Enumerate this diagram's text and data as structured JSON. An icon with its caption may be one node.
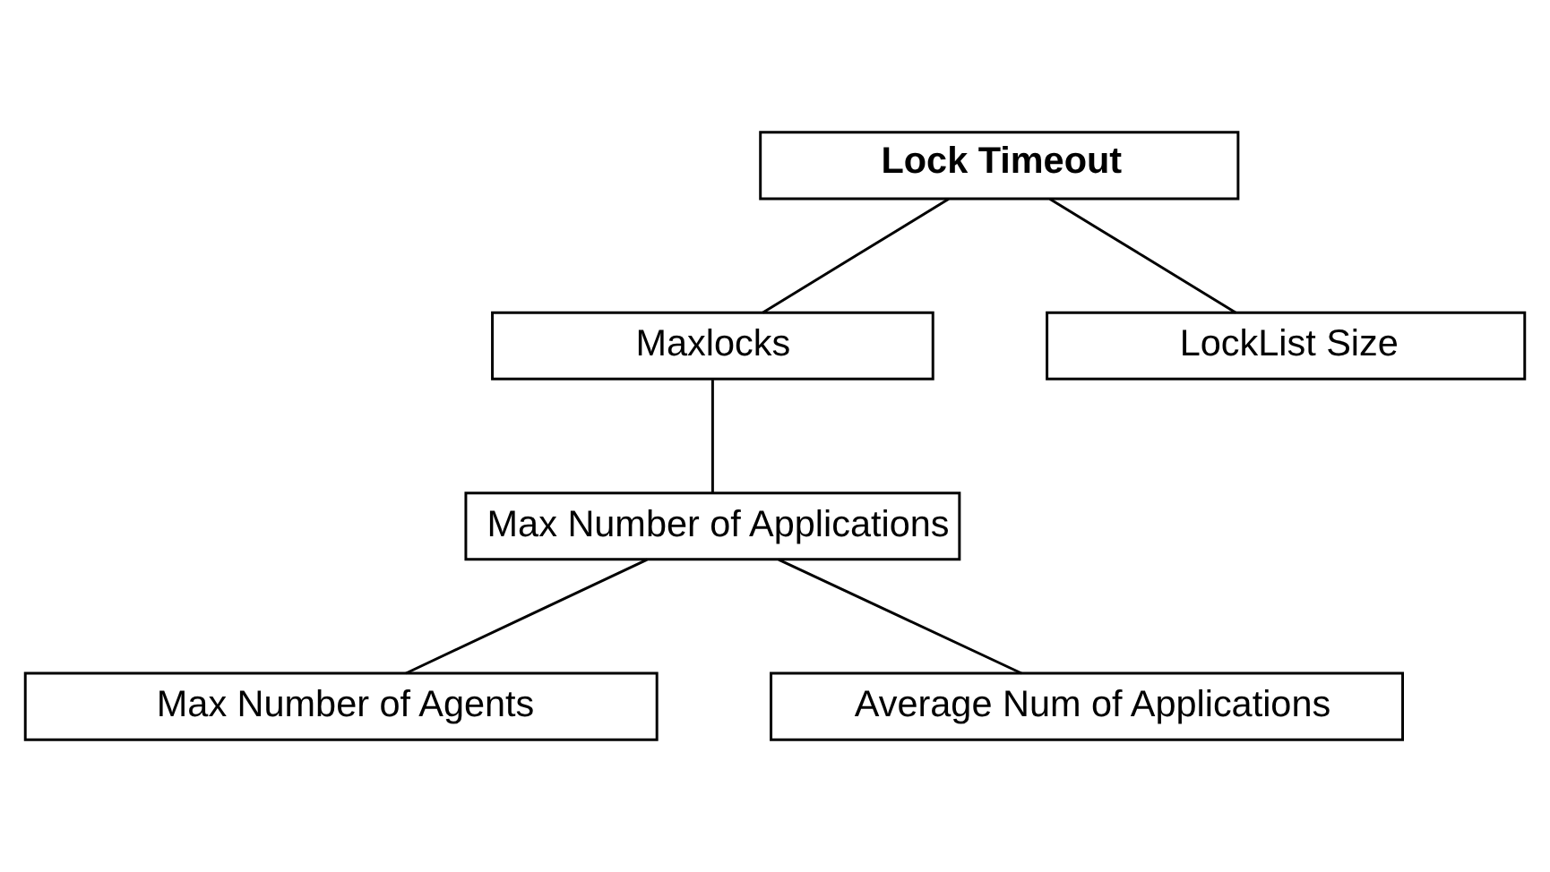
{
  "diagram": {
    "nodes": [
      {
        "text": [
          "Lock Timeout"
        ]
      },
      {
        "text": [
          "Maxlocks"
        ]
      },
      {
        "text": [
          "LockList Size"
        ]
      },
      {
        "text": [
          "Max Number of Applications"
        ]
      },
      {
        "text": [
          "Max Number of Agents"
        ]
      },
      {
        "text": [
          "Average Num of Applications"
        ]
      }
    ],
    "edges": [
      {
        "from": 0,
        "to": 1,
        "arrow": "none"
      },
      {
        "from": 0,
        "to": 2,
        "arrow": "none"
      },
      {
        "from": 1,
        "to": 3,
        "arrow": "none"
      },
      {
        "from": 3,
        "to": 4,
        "arrow": "none"
      },
      {
        "from": 3,
        "to": 5,
        "arrow": "none"
      }
    ]
  }
}
